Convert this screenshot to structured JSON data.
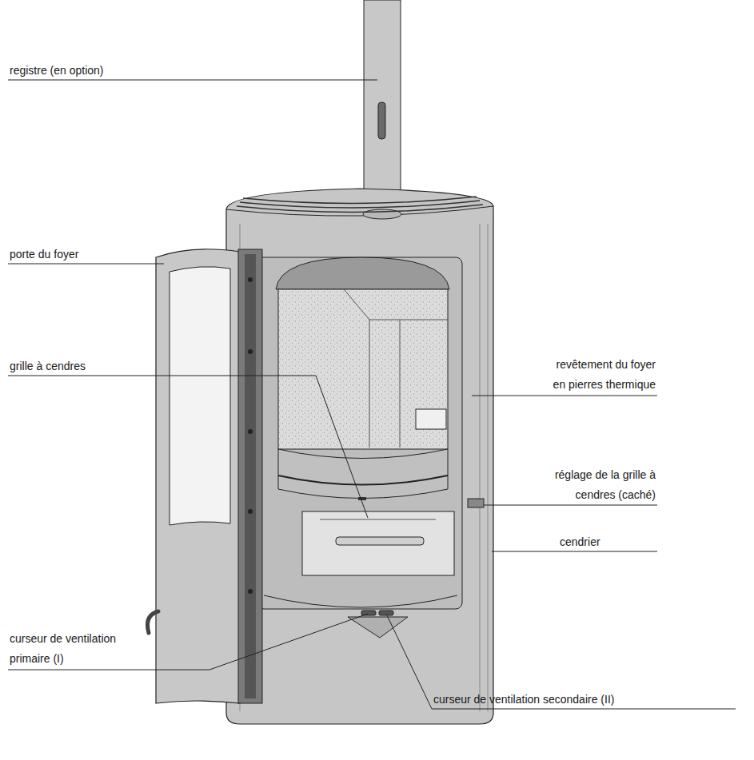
{
  "diagram": {
    "labels": [
      "registre (en option)",
      "porte du foyer",
      "grille à cendres",
      "revêtement du foyer en pierres thermique",
      "réglage de la grille à cendres (caché)",
      "cendrier",
      "curseur de ventilation primaire (I)",
      "curseur de ventilation secondaire (II)"
    ]
  }
}
